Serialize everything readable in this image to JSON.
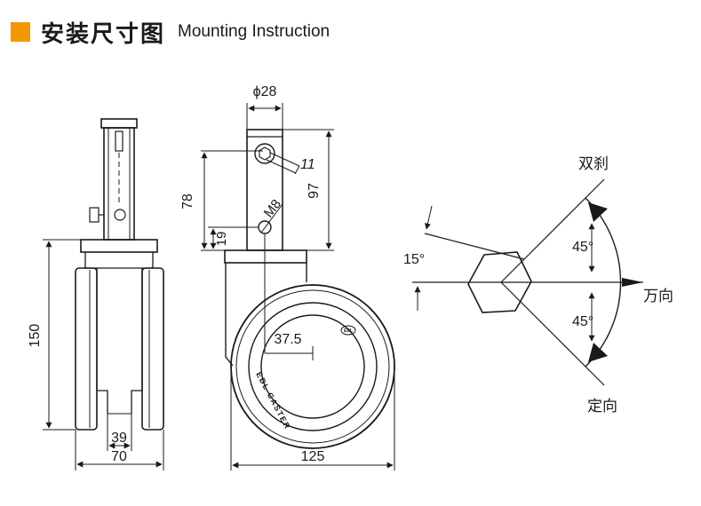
{
  "header": {
    "title_cn": "安装尺寸图",
    "title_en": "Mounting Instruction",
    "accent_color": "#F39800"
  },
  "front_view": {
    "dim_height": "150",
    "dim_inner_width": "39",
    "dim_outer_width": "70"
  },
  "side_view": {
    "dim_stem_diameter": "ϕ28",
    "dim_hex": "11",
    "dim_stem_height": "78",
    "dim_total_height": "97",
    "dim_hole_height": "19",
    "dim_thread": "M8",
    "dim_offset": "37.5",
    "dim_wheel_diameter": "125",
    "brand_text": "EDL CASTER",
    "logo_text": "EDL"
  },
  "rotation_view": {
    "label_double_brake": "双刹",
    "label_directional": "万向",
    "label_fixed": "定向",
    "angle_top": "45°",
    "angle_bottom": "45°",
    "angle_side": "15°"
  }
}
